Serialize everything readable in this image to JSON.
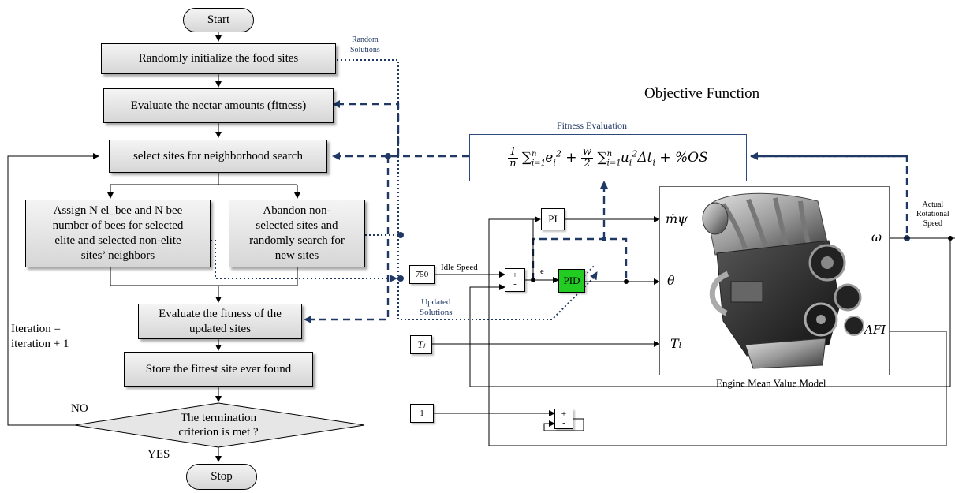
{
  "flowchart": {
    "start": "Start",
    "init": "Randomly initialize the food sites",
    "evaluate": "Evaluate the nectar amounts (fitness)",
    "select": "select sites for neighborhood search",
    "assign_line1": "Assign N el_bee and N bee",
    "assign_line2": "number of bees for selected",
    "assign_line3": "elite and selected non-elite",
    "assign_line4": "sites’ neighbors",
    "abandon_line1": "Abandon non-",
    "abandon_line2": "selected sites and",
    "abandon_line3": "randomly search for",
    "abandon_line4": "new sites",
    "eval_updated_line1": "Evaluate the fitness of the",
    "eval_updated_line2": "updated sites",
    "store": "Store the fittest site ever found",
    "termination_line1": "The termination",
    "termination_line2": "criterion is met ?",
    "stop": "Stop",
    "no": "NO",
    "yes": "YES",
    "iteration_line1": "Iteration =",
    "iteration_line2": "iteration + 1"
  },
  "annotations": {
    "random_line1": "Random",
    "random_line2": "Solutions",
    "updated_line1": "Updated",
    "updated_line2": "Solutions",
    "objective_function": "Objective Function",
    "fitness_evaluation": "Fitness Evaluation",
    "actual_line1": "Actual",
    "actual_line2": "Rotational",
    "actual_line3": "Speed",
    "idle_speed": "Idle Speed",
    "error": "e",
    "engine_model": "Engine Mean Value Model"
  },
  "simulink": {
    "const_750": "750",
    "const_1": "1",
    "tl_block": "Tₗ",
    "pi_block": "PI",
    "pid_block": "PID",
    "sum_plus": "+",
    "sum_minus": "-",
    "port_mdot": "ṁψ",
    "port_theta": "θ",
    "port_tl": "Tₗ",
    "port_omega": "ω",
    "port_afi": "AFI"
  },
  "colors": {
    "dashed_blue": "#1f3864",
    "pid_green": "#22cc22"
  }
}
